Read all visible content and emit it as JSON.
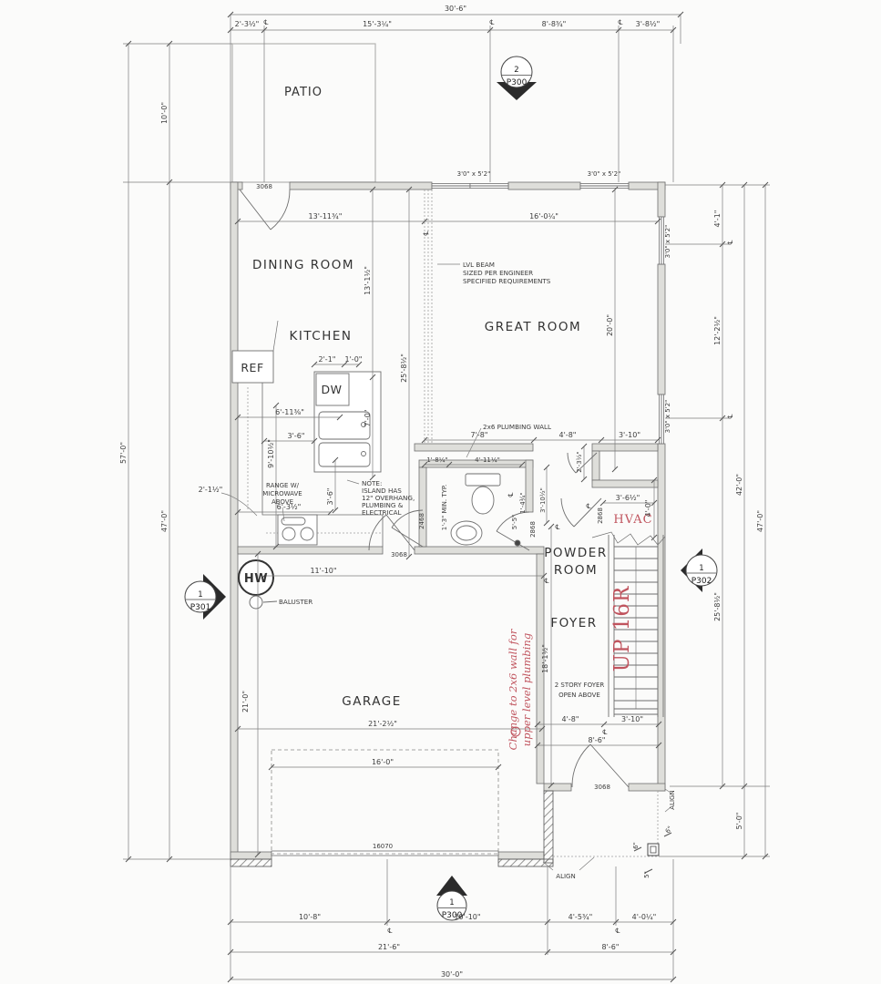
{
  "plan": {
    "rooms": {
      "patio": "PATIO",
      "dining": "DINING ROOM",
      "kitchen": "KITCHEN",
      "great": "GREAT ROOM",
      "powder1": "POWDER",
      "powder2": "ROOM",
      "foyer": "FOYER",
      "garage": "GARAGE"
    },
    "fixtures": {
      "ref": "REF",
      "dw": "DW",
      "hw": "HW"
    },
    "red": {
      "hvac": "HVAC",
      "up": "UP 16R",
      "change1": "Change to 2x6 wall for",
      "change2": "upper level plumbing"
    },
    "doors": {
      "patio": "3068",
      "hall": "3068",
      "front": "3068",
      "powder_left": "2468",
      "powder_right": "2868",
      "hvac": "2868",
      "garage": "16070"
    },
    "win": {
      "a": "3'0\" x 5'2\"",
      "b": "3'0\" x 5'2\"",
      "c": "3'0\" x 5'2\"",
      "d": "3'0\" x 5'2\""
    },
    "cl": "℄",
    "markers": {
      "p300t_num": "2",
      "p300t_sheet": "P300",
      "p300b_num": "1",
      "p300b_sheet": "P300",
      "p301_num": "1",
      "p301_sheet": "P301",
      "p302_num": "1",
      "p302_sheet": "P302"
    },
    "dims": {
      "top_overall": "30'-6\"",
      "top1": "2'-3½\"",
      "top2": "15'-3¼\"",
      "top3": "8'-8¾\"",
      "top4": "3'-8½\"",
      "bot1": "10'-8\"",
      "bot2": "10'-10\"",
      "bot3": "4'-5¾\"",
      "bot4": "4'-0¼\"",
      "bot5": "21'-6\"",
      "bot6": "8'-6\"",
      "bot_overall": "30'-0\"",
      "left_patio": "10'-0\"",
      "left_house": "47'-0\"",
      "left_overall": "57'-0\"",
      "r1": "4'-1\"",
      "r2": "12'-2½\"",
      "r3": "25'-8½\"",
      "r4": "42'-0\"",
      "r5": "5'-0\"",
      "r6": "47'-0\"",
      "row_dining": "13'-11¾\"",
      "row_great": "16'-0¼\"",
      "dining_depth": "13'-1½\"",
      "kitchen_e": "25'-8½\"",
      "great_w": "20'-0\"",
      "isl1": "2'-1\"",
      "isl2": "1'-0\"",
      "isl3": "7'-0\"",
      "isl4": "3'-6\"",
      "c1": "6'-11⅜\"",
      "c2": "3'-6\"",
      "c3": "9'-10½\"",
      "c4": "6'-3½\"",
      "c5": "2'-1½\"",
      "g1": "7'-8\"",
      "g2": "4'-8\"",
      "g3": "3'-10\"",
      "p1": "1'-8¼\"",
      "p2": "4'-11¼\"",
      "p3": "3'-10½\"",
      "p4": "1'-4¾\"",
      "p5": "5'-5\"",
      "p6": "1'-3\" MIN. TYP.",
      "h1": "2'-3½\"",
      "h2": "3'-6½\"",
      "h3": "4'-0\"",
      "f1": "18'-1½\"",
      "f2": "4'-8\"",
      "f3": "3'-10\"",
      "f4": "8'-6\"",
      "ga1": "21'-0\"",
      "ga2": "11'-10\"",
      "ga3": "21'-2½\"",
      "ga4": "16'-0\"",
      "po1": "6\"",
      "po2": "6\"",
      "po3": "5\""
    },
    "notes": {
      "lvl1": "LVL BEAM",
      "lvl2": "SIZED PER ENGINEER",
      "lvl3": "SPECIFIED REQUIREMENTS",
      "note1": "NOTE:",
      "note2": "ISLAND HAS",
      "note3": "12\" OVERHANG,",
      "note4": "PLUMBING &",
      "note5": "ELECTRICAL",
      "range1": "RANGE W/",
      "range2": "MICROWAVE",
      "range3": "ABOVE",
      "pw": "2x6 PLUMBING WALL",
      "baluster": "BALUSTER",
      "story1": "2 STORY FOYER",
      "story2": "OPEN ABOVE",
      "align1": "ALIGN",
      "align2": "ALIGN"
    }
  }
}
